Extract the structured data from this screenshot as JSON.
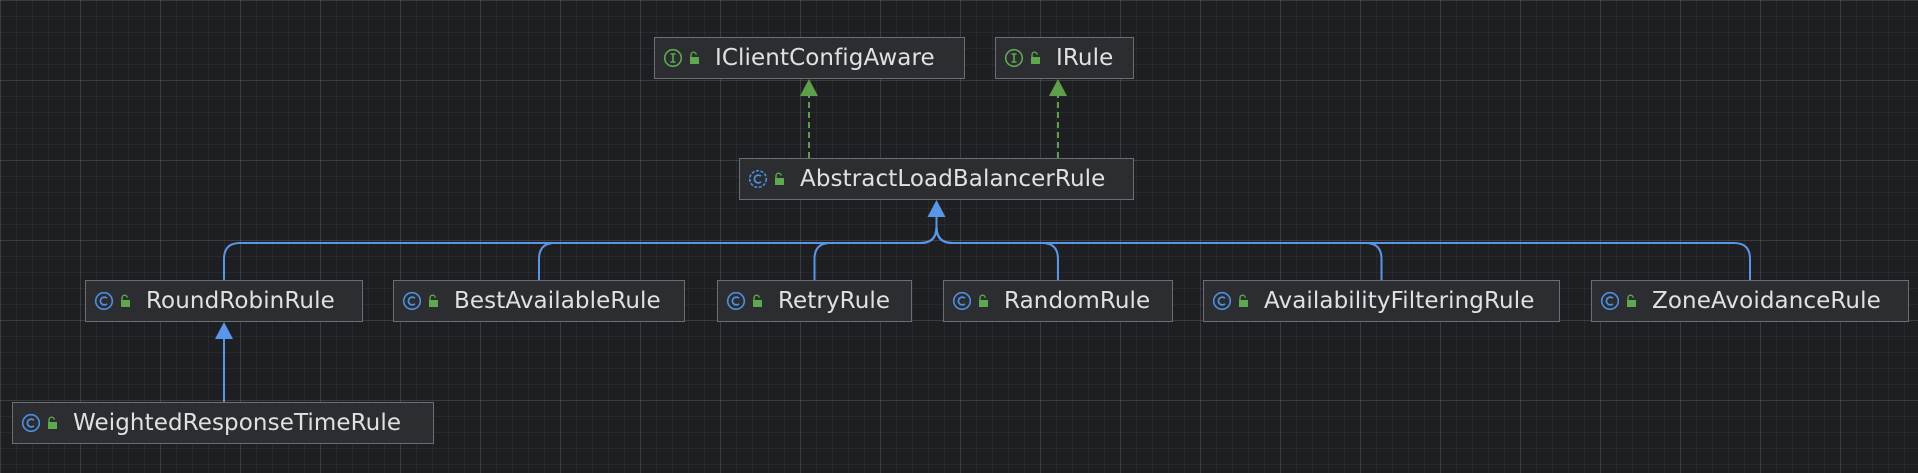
{
  "colors": {
    "background": "#1e1f22",
    "node_fill": "#2b2d30",
    "node_border": "#6b6e73",
    "label": "#dfe1e5",
    "extends_edge": "#5a96e6",
    "implements_edge": "#5f9e4a",
    "class_icon": "#4e8fe0",
    "interface_icon": "#5fa84e",
    "lock_icon": "#5fa84e"
  },
  "nodes": [
    {
      "id": "iclientconfigaware",
      "kind": "interface",
      "kind_icon": "interface-icon",
      "label": "IClientConfigAware"
    },
    {
      "id": "irule",
      "kind": "interface",
      "kind_icon": "interface-icon",
      "label": "IRule"
    },
    {
      "id": "abstractloadbalancerrule",
      "kind": "class",
      "kind_icon": "abstract-class-icon",
      "label": "AbstractLoadBalancerRule"
    },
    {
      "id": "roundrobinrule",
      "kind": "class",
      "kind_icon": "class-icon",
      "label": "RoundRobinRule"
    },
    {
      "id": "bestavailablerule",
      "kind": "class",
      "kind_icon": "class-icon",
      "label": "BestAvailableRule"
    },
    {
      "id": "retryrule",
      "kind": "class",
      "kind_icon": "class-icon",
      "label": "RetryRule"
    },
    {
      "id": "randomrule",
      "kind": "class",
      "kind_icon": "class-icon",
      "label": "RandomRule"
    },
    {
      "id": "availabilityfilteringrule",
      "kind": "class",
      "kind_icon": "class-icon",
      "label": "AvailabilityFilteringRule"
    },
    {
      "id": "zoneavoidancerule",
      "kind": "class",
      "kind_icon": "class-icon",
      "label": "ZoneAvoidanceRule"
    },
    {
      "id": "weightedresponsetimerule",
      "kind": "class",
      "kind_icon": "class-icon",
      "label": "WeightedResponseTimeRule"
    }
  ],
  "edges": [
    {
      "from": "abstractloadbalancerrule",
      "to": "iclientconfigaware",
      "type": "implements"
    },
    {
      "from": "abstractloadbalancerrule",
      "to": "irule",
      "type": "implements"
    },
    {
      "from": "roundrobinrule",
      "to": "abstractloadbalancerrule",
      "type": "extends"
    },
    {
      "from": "bestavailablerule",
      "to": "abstractloadbalancerrule",
      "type": "extends"
    },
    {
      "from": "retryrule",
      "to": "abstractloadbalancerrule",
      "type": "extends"
    },
    {
      "from": "randomrule",
      "to": "abstractloadbalancerrule",
      "type": "extends"
    },
    {
      "from": "availabilityfilteringrule",
      "to": "abstractloadbalancerrule",
      "type": "extends"
    },
    {
      "from": "zoneavoidancerule",
      "to": "abstractloadbalancerrule",
      "type": "extends"
    },
    {
      "from": "weightedresponsetimerule",
      "to": "roundrobinrule",
      "type": "extends"
    }
  ]
}
